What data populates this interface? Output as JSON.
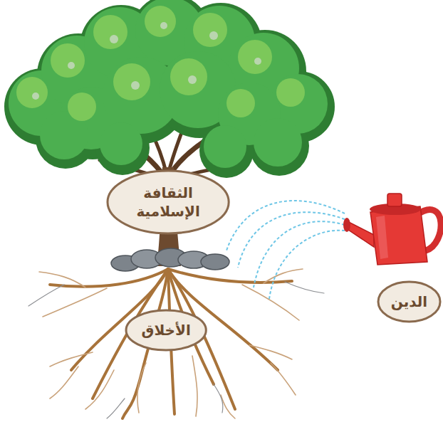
{
  "diagram": {
    "nodes": [
      {
        "text": [
          "الثقافة الإسلامية"
        ]
      },
      {
        "text": [
          "الدين"
        ]
      },
      {
        "text": [
          "الأخلاق"
        ]
      }
    ]
  }
}
